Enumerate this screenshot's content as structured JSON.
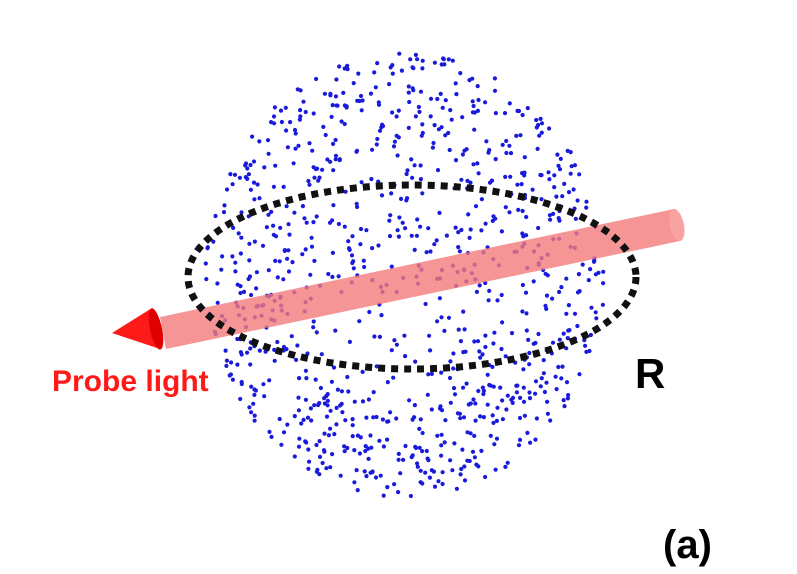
{
  "labels": {
    "probe": "Probe light",
    "radius": "R",
    "panel": "(a)"
  },
  "colors": {
    "atoms": "#1a1adb",
    "beam": "#f47a7a",
    "beam_edge": "#e85a5a",
    "arrow": "#ff1a1a",
    "probe_text": "#ff1a1a",
    "ellipse": "#111111",
    "text": "#000000"
  },
  "icons": {
    "arrow": "arrowhead-cone",
    "cloud": "atom-cloud",
    "ring": "dotted-equator-ellipse"
  }
}
